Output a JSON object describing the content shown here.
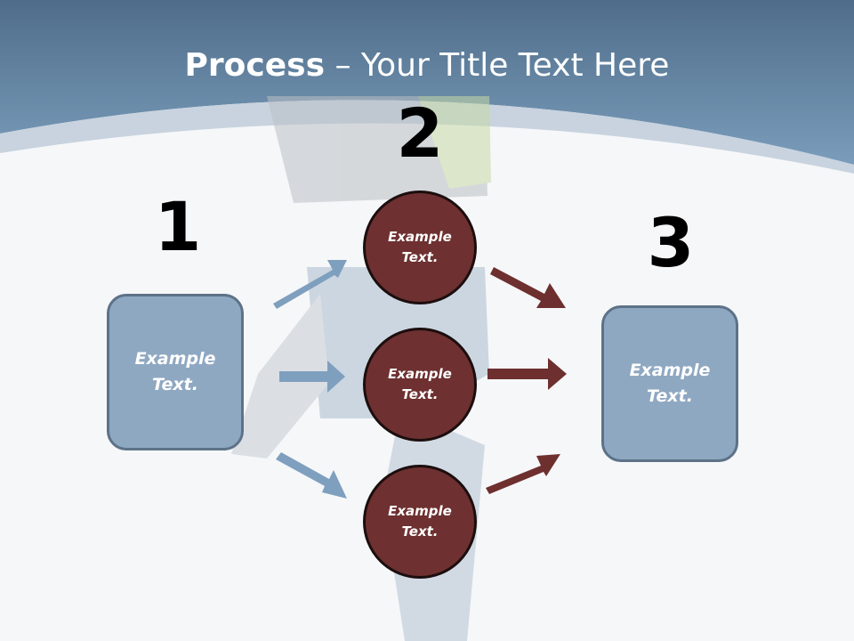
{
  "slide": {
    "title_bold": "Process",
    "title_rest": " – Your Title Text Here",
    "step_numbers": [
      "1",
      "2",
      "3"
    ],
    "left_box_text": "Example Text.",
    "right_box_text": "Example Text.",
    "circles": [
      {
        "text": "Example Text."
      },
      {
        "text": "Example Text."
      },
      {
        "text": "Example Text."
      }
    ]
  },
  "colors": {
    "header_blue": "#6b8fae",
    "box_fill": "#8fa8c2",
    "box_border": "#5d7288",
    "circle_fill": "#6e3030",
    "circle_border": "#1c0e0e",
    "arrow_blue": "#7f9fbe",
    "arrow_maroon": "#6e2f2f"
  }
}
